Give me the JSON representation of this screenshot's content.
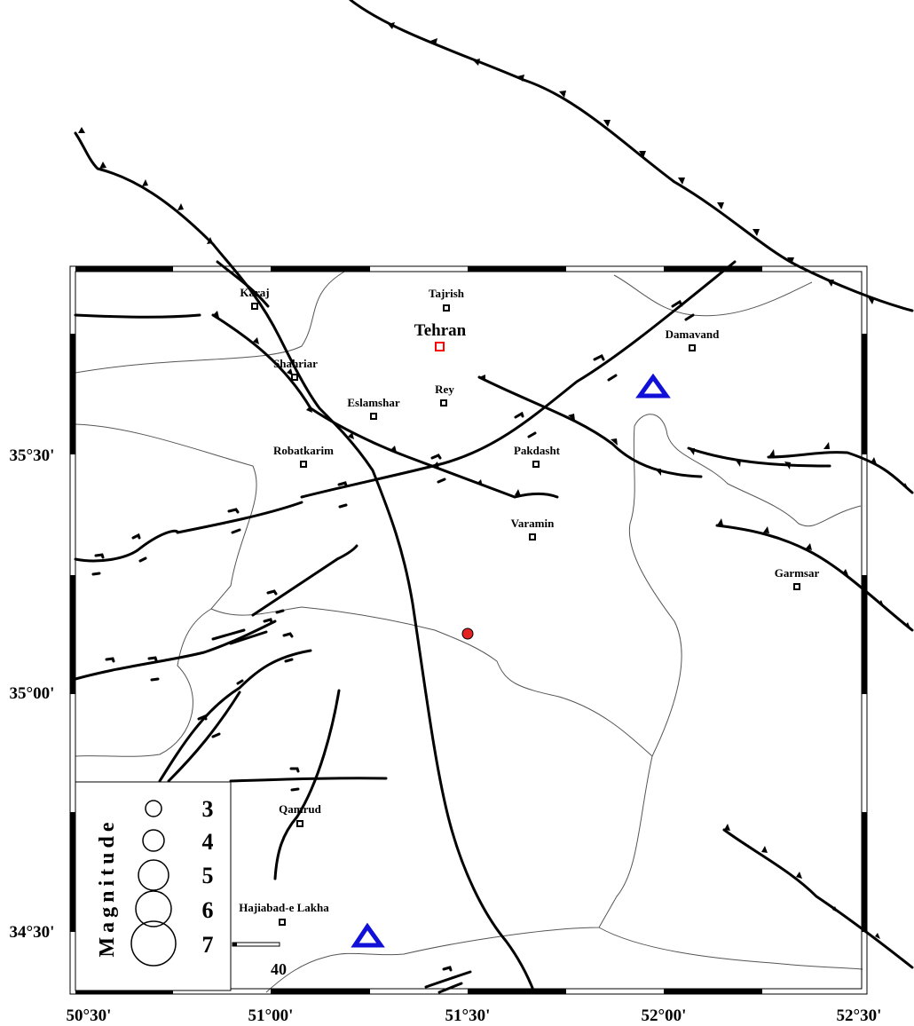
{
  "map": {
    "axes": {
      "x_ticks": [
        "50°30'",
        "51°00'",
        "51°30'",
        "52°00'",
        "52°30'"
      ],
      "y_ticks": [
        "35°30'",
        "35°00'",
        "34°30'"
      ]
    },
    "cities": [
      {
        "name": "Karaj"
      },
      {
        "name": "Tajrish"
      },
      {
        "name": "Tehran",
        "capital": true
      },
      {
        "name": "Damavand"
      },
      {
        "name": "Shahriar"
      },
      {
        "name": "Rey"
      },
      {
        "name": "Eslamshar"
      },
      {
        "name": "Pakdasht"
      },
      {
        "name": "Robatkarim"
      },
      {
        "name": "Varamin"
      },
      {
        "name": "Garmsar"
      },
      {
        "name": "Qamrud"
      },
      {
        "name": "Hajiabad-e Lakha"
      }
    ],
    "legend": {
      "title": "Magnitude",
      "levels": [
        "3",
        "4",
        "5",
        "6",
        "7"
      ]
    },
    "scale_bar": {
      "label": "40"
    },
    "colors": {
      "fault": "#000000",
      "capital_marker": "#ff0000",
      "epicenter": "#e32222",
      "station": "#1010d8",
      "boundary": "#555555"
    },
    "symbols": {
      "station": "triangle-icon",
      "epicenter": "circle-icon",
      "city": "square-icon"
    }
  }
}
